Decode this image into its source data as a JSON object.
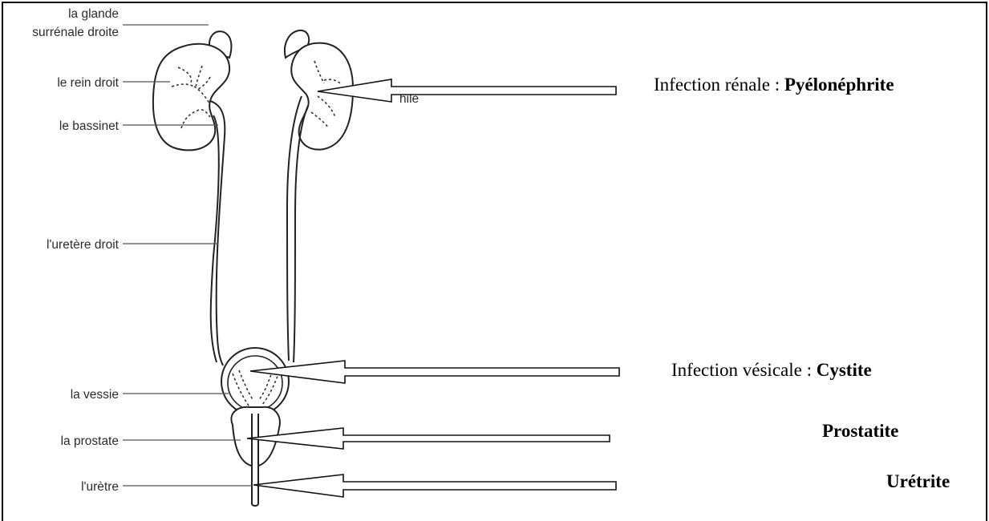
{
  "anatomy_labels": {
    "adrenal_line1": "la glande",
    "adrenal_line2": "surrénale droite",
    "right_kidney": "le rein droit",
    "pelvis": "le bassinet",
    "right_ureter": "l'uretère droit",
    "bladder": "la vessie",
    "prostate": "la prostate",
    "urethra": "l'urètre",
    "hilum_partial": "hile"
  },
  "infections": {
    "renal_prefix": "Infection rénale : ",
    "renal_name": "Pyélonéphrite",
    "bladder_prefix": "Infection vésicale : ",
    "bladder_name": "Cystite",
    "prostate_name": "Prostatite",
    "urethra_name": "Urétrite"
  }
}
